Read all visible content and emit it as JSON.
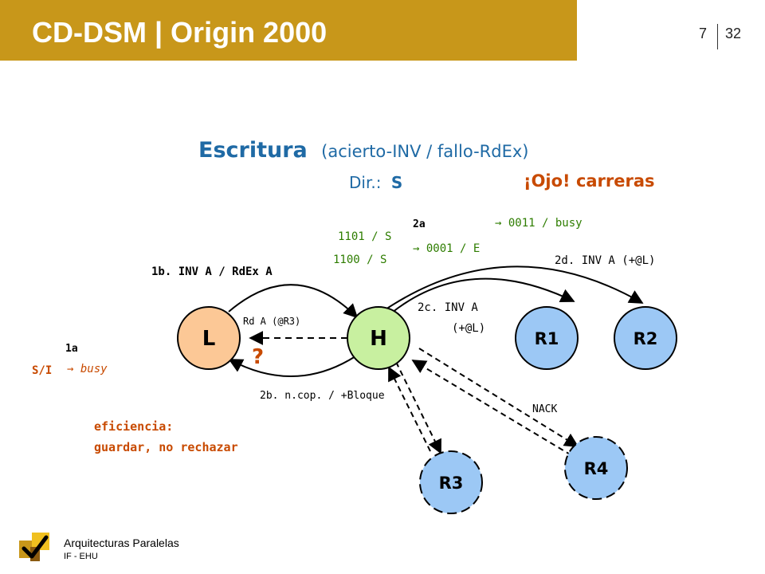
{
  "header": {
    "title": "CD-DSM | Origin 2000",
    "page_current": "7",
    "page_total": "32"
  },
  "slide": {
    "title_main": "Escritura",
    "title_sub": "(acierto-INV / fallo-RdEx)",
    "dir_label": "Dir.:",
    "dir_state": "S",
    "warning": "¡Ojo! carreras"
  },
  "nodes": {
    "L": "L",
    "H": "H",
    "R1": "R1",
    "R2": "R2",
    "R3": "R3",
    "R4": "R4"
  },
  "labels": {
    "step_1b": "1b. INV A / RdEx A",
    "step_2a": "2a",
    "dir_1101": "1101 / S",
    "dir_1100": "1100 / S",
    "to_0001": "→ 0001 / E",
    "to_0011": "→ 0011 / busy",
    "step_2d": "2d. INV A (+@L)",
    "step_2c_line1": "2c. INV A",
    "step_2c_line2": "(+@L)",
    "rd_a": "Rd A (@R3)",
    "question": "?",
    "step_2b": "2b. n.cop. / +Bloque",
    "step_1a": "1a",
    "s_i": "S/I",
    "to_busy": "→ busy",
    "nack": "NACK",
    "eficiencia_1": "eficiencia:",
    "eficiencia_2": "guardar, no rechazar"
  },
  "footer": {
    "line1": "Arquitecturas Paralelas",
    "line2": "IF - EHU"
  },
  "colors": {
    "banner": "#c8971a",
    "title_blue": "#1f6aa5",
    "accent_orange": "#c84a00",
    "green": "#2e7d00",
    "node_L": "#fcc896",
    "node_H": "#c8f0a0",
    "node_R": "#9cc8f5"
  }
}
